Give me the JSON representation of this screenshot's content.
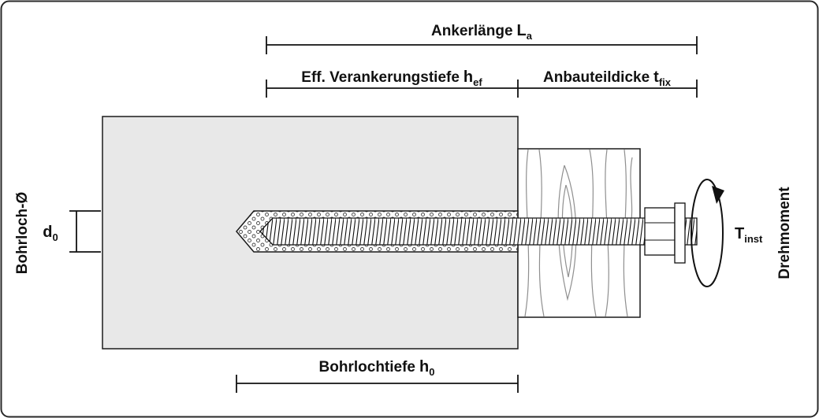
{
  "diagram": {
    "description": "Anchor bolt installation cross-section",
    "labels": {
      "anchor_length": {
        "text": "Ankerlänge",
        "symbol": "L",
        "subscript": "a"
      },
      "embedment_depth": {
        "text": "Eff. Verankerungstiefe",
        "symbol": "h",
        "subscript": "ef"
      },
      "fixture_thickness": {
        "text": "Anbauteildicke",
        "symbol": "t",
        "subscript": "fix"
      },
      "hole_depth": {
        "text": "Bohrlochtiefe",
        "symbol": "h",
        "subscript": "0"
      },
      "hole_diameter": {
        "symbol": "d",
        "subscript": "0"
      },
      "hole_diameter_axis": {
        "text": "Bohrloch-Ø"
      },
      "torque": {
        "symbol": "T",
        "subscript": "inst"
      },
      "torque_axis": {
        "text": "Drehmoment"
      }
    },
    "colors": {
      "background": "#ffffff",
      "line": "#1a1a1a",
      "concrete_fill": "#e8e8e8",
      "wood_grain": "#8f8f8f"
    }
  }
}
